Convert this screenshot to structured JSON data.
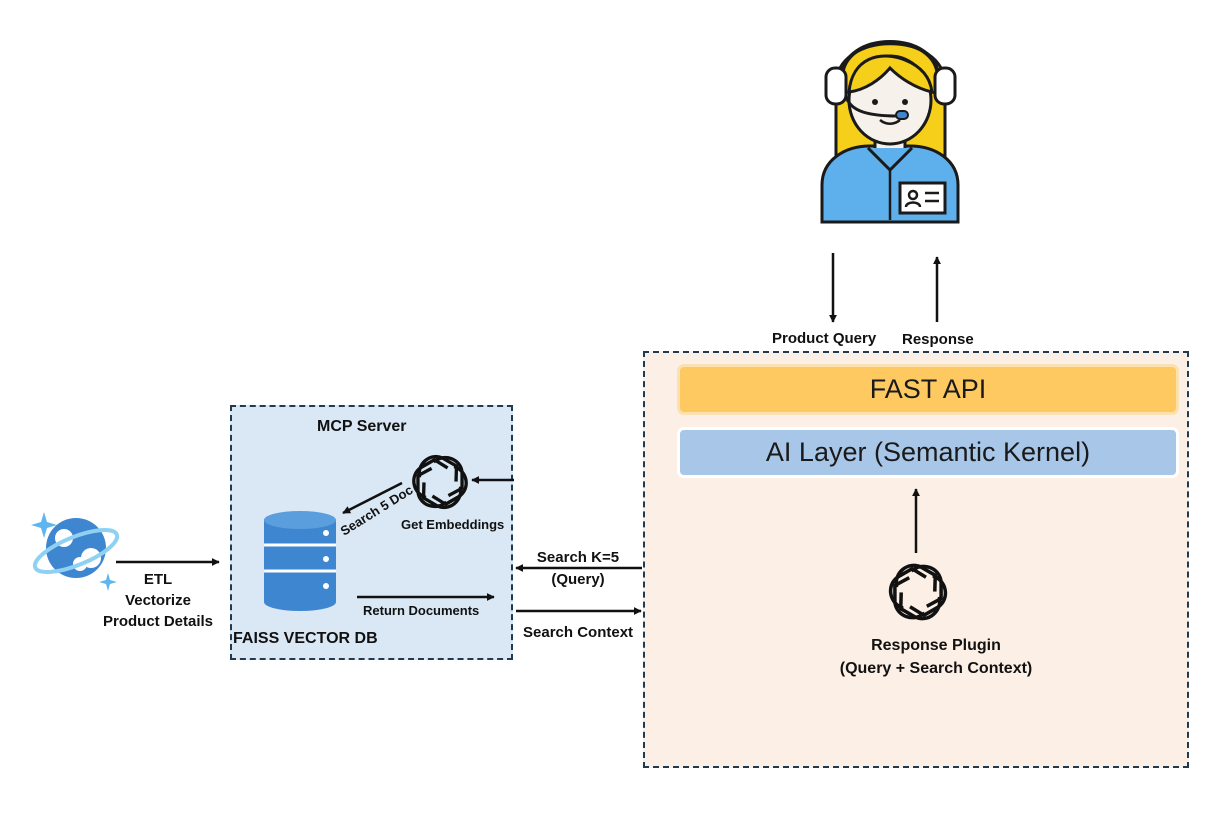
{
  "mcp_server": {
    "title": "MCP Server",
    "db_label": "FAISS VECTOR DB",
    "get_embeddings": "Get Embeddings",
    "search_docs": "Search 5 Doc",
    "return_documents": "Return Documents"
  },
  "source": {
    "etl_lines": [
      "ETL",
      "Vectorize",
      "Product Details"
    ]
  },
  "edges": {
    "search_k_lines": [
      "Search K=5",
      "(Query)"
    ],
    "search_context": "Search Context",
    "product_query": "Product Query",
    "response": "Response"
  },
  "backend": {
    "fastapi": "FAST API",
    "ai_layer": "AI Layer (Semantic Kernel)",
    "plugin_lines": [
      "Response Plugin",
      "(Query + Search Context)"
    ]
  },
  "colors": {
    "mcp_fill": "#dae8f6",
    "backend_fill": "#fcefe6",
    "fastapi_fill": "#fdc960",
    "ai_layer_fill": "#a7c6e8",
    "db_blue": "#3f86d0",
    "agent_shirt": "#5eb0ec",
    "agent_hair": "#f6cf1b"
  },
  "icons": [
    "support-agent-icon",
    "cosmos-db-icon",
    "openai-icon",
    "database-icon"
  ]
}
